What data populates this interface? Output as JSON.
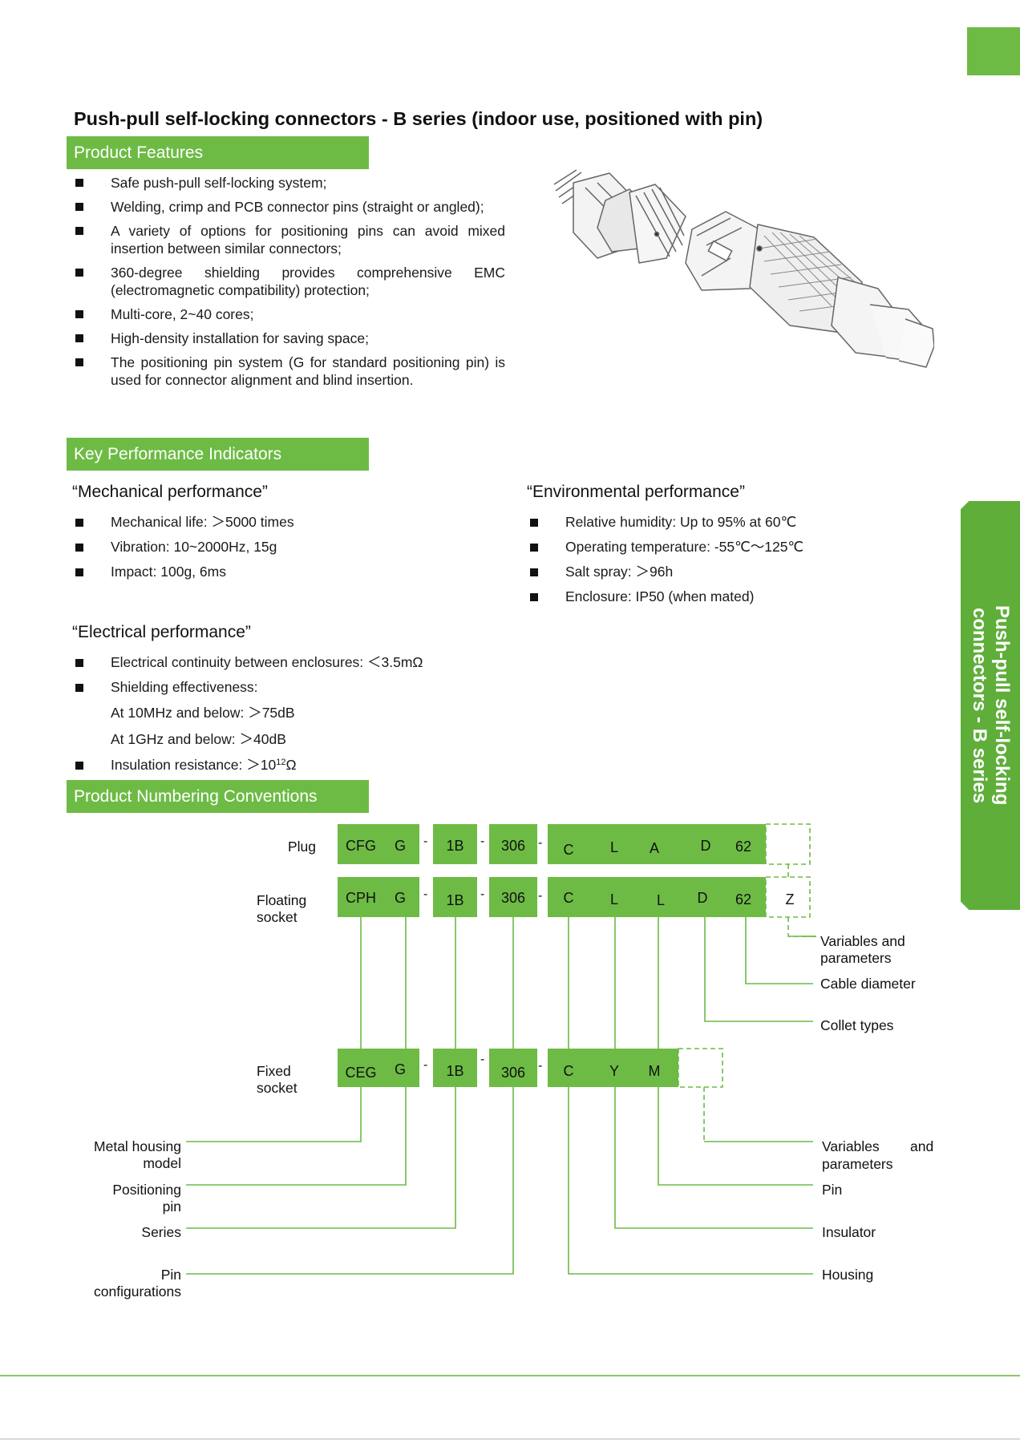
{
  "title": "Push-pull self-locking connectors - B series (indoor use, positioned with pin)",
  "side_tab": {
    "line1": "Push-pull self-locking",
    "line2": "connectors - B series"
  },
  "colors": {
    "accent": "#6dbb45",
    "side_tab": "#5fae3a"
  },
  "features": {
    "heading": "Product Features",
    "items": [
      "Safe push-pull self-locking system;",
      "Welding, crimp and PCB connector pins (straight or angled);",
      "A variety of options for positioning pins can avoid mixed insertion between similar connectors;",
      "360-degree shielding provides comprehensive EMC (electromagnetic compatibility) protection;",
      "Multi-core, 2~40 cores;",
      "High-density installation for saving space;",
      "The positioning pin system (G for standard positioning pin) is used for connector alignment and blind insertion."
    ]
  },
  "kpi": {
    "heading": "Key Performance Indicators",
    "mechanical": {
      "title": "“Mechanical performance”",
      "items": [
        "Mechanical life: ＞5000 times",
        "Vibration: 10~2000Hz, 15g",
        "Impact: 100g, 6ms"
      ]
    },
    "environmental": {
      "title": "“Environmental performance”",
      "items": [
        "Relative humidity: Up to 95% at 60℃",
        "Operating temperature: -55℃～125℃",
        "Salt spray: ＞96h",
        "Enclosure: IP50 (when mated)"
      ]
    },
    "electrical": {
      "title": "“Electrical performance”",
      "continuity": "Electrical continuity between enclosures: ＜3.5mΩ",
      "shielding": "Shielding effectiveness:",
      "shield_10mhz": "At 10MHz and below: ＞75dB",
      "shield_1ghz": "At 1GHz and below: ＞40dB",
      "insulation_prefix": "Insulation resistance: ＞10",
      "insulation_exp": "12",
      "insulation_unit": "Ω"
    }
  },
  "numbering": {
    "heading": "Product Numbering Conventions",
    "rows": {
      "plug": {
        "label": "Plug",
        "codes": [
          "CFG",
          "G",
          "1B",
          "306",
          "C",
          "L",
          "A",
          "D",
          "62",
          ""
        ]
      },
      "floating": {
        "label": "Floating\nsocket",
        "codes": [
          "CPH",
          "G",
          "1B",
          "306",
          "C",
          "L",
          "L",
          "D",
          "62",
          "Z"
        ]
      },
      "fixed": {
        "label": "Fixed\nsocket",
        "codes": [
          "CEG",
          "G",
          "1B",
          "306",
          "C",
          "Y",
          "M",
          ""
        ]
      }
    },
    "dash": "-",
    "left_labels": {
      "metal_housing": "Metal housing\nmodel",
      "positioning_pin": "Positioning\npin",
      "series": "Series",
      "pin_config": "Pin\nconfigurations"
    },
    "right_labels": {
      "variables_top": "Variables and\nparameters",
      "cable_diameter": "Cable diameter",
      "collet_types": "Collet types",
      "variables_bottom_a": "Variables",
      "variables_bottom_b": "and",
      "variables_bottom_c": "parameters",
      "pin": "Pin",
      "insulator": "Insulator",
      "housing": "Housing"
    }
  }
}
